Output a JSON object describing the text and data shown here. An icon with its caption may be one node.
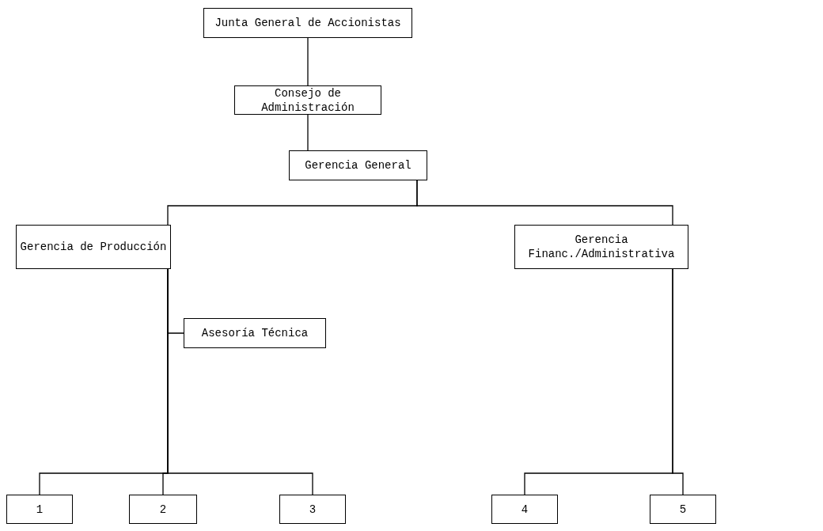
{
  "diagram": {
    "nodes": [
      {
        "text": [
          "Junta General de Accionistas"
        ]
      },
      {
        "text": [
          "Consejo de Administración"
        ]
      },
      {
        "text": [
          "Gerencia General"
        ]
      },
      {
        "text": [
          "Gerencia de Producción"
        ]
      },
      {
        "text": [
          "Gerencia Financ./Administrativa"
        ]
      },
      {
        "text": [
          "Asesoría Técnica"
        ]
      },
      {
        "text": [
          "1"
        ]
      },
      {
        "text": [
          "2"
        ]
      },
      {
        "text": [
          "3"
        ]
      },
      {
        "text": [
          "4"
        ]
      },
      {
        "text": [
          "5"
        ]
      }
    ],
    "edges": [
      {
        "from": 0,
        "to": 1,
        "arrow": "none"
      },
      {
        "from": 1,
        "to": 2,
        "arrow": "none"
      },
      {
        "from": 2,
        "to": 3,
        "arrow": "none"
      },
      {
        "from": 2,
        "to": 4,
        "arrow": "none"
      },
      {
        "from": 3,
        "to": 5,
        "arrow": "none"
      },
      {
        "from": 3,
        "to": 6,
        "arrow": "none"
      },
      {
        "from": 3,
        "to": 7,
        "arrow": "none"
      },
      {
        "from": 3,
        "to": 8,
        "arrow": "none"
      },
      {
        "from": 4,
        "to": 9,
        "arrow": "none"
      },
      {
        "from": 4,
        "to": 10,
        "arrow": "none"
      }
    ]
  }
}
